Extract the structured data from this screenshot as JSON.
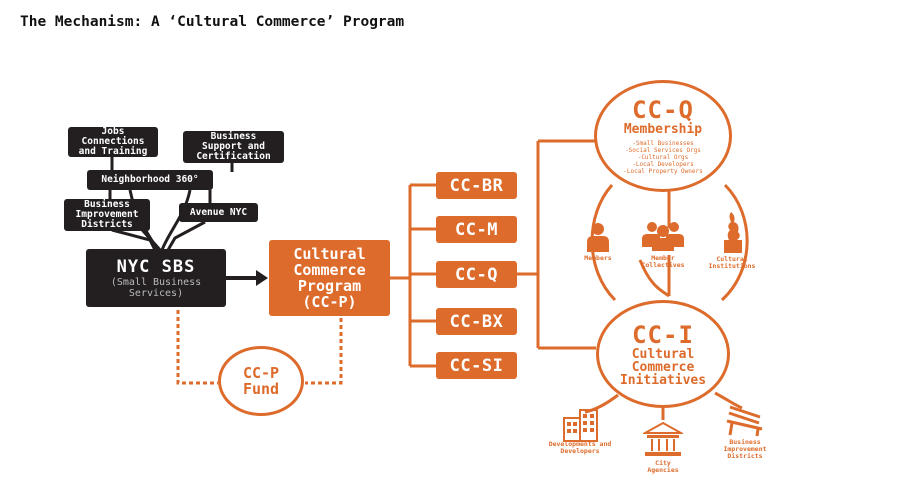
{
  "title": "The Mechanism: A ‘Cultural Commerce’ Program",
  "sources": [
    "Jobs Connections and Training",
    "Business Support and Certification",
    "Neighborhood 360°",
    "Business Improvement Districts",
    "Avenue NYC"
  ],
  "sbs": {
    "title": "NYC SBS",
    "subtitle": "(Small Business Services)"
  },
  "program": {
    "line1": "Cultural",
    "line2": "Commerce",
    "line3": "Program",
    "line4": "(CC-P)"
  },
  "fund": {
    "line1": "CC-P",
    "line2": "Fund"
  },
  "boroughs": [
    "CC-BR",
    "CC-M",
    "CC-Q",
    "CC-BX",
    "CC-SI"
  ],
  "membership": {
    "title": "CC-Q",
    "subtitle": "Membership",
    "items": [
      "-Small Businesses",
      "-Social Services Orgs",
      "-Cultural Orgs",
      "-Local Developers",
      "-Local Property Owners"
    ]
  },
  "member_types": [
    "Members",
    "Member Collectives",
    "Cultural Institutions"
  ],
  "initiatives": {
    "title": "CC-I",
    "line1": "Cultural",
    "line2": "Commerce",
    "line3": "Initiatives"
  },
  "partners": [
    "Developments and Developers",
    "City Agencies",
    "Business Improvement Districts"
  ],
  "colors": {
    "orange": "#dd6b2b",
    "dark": "#231f20"
  }
}
